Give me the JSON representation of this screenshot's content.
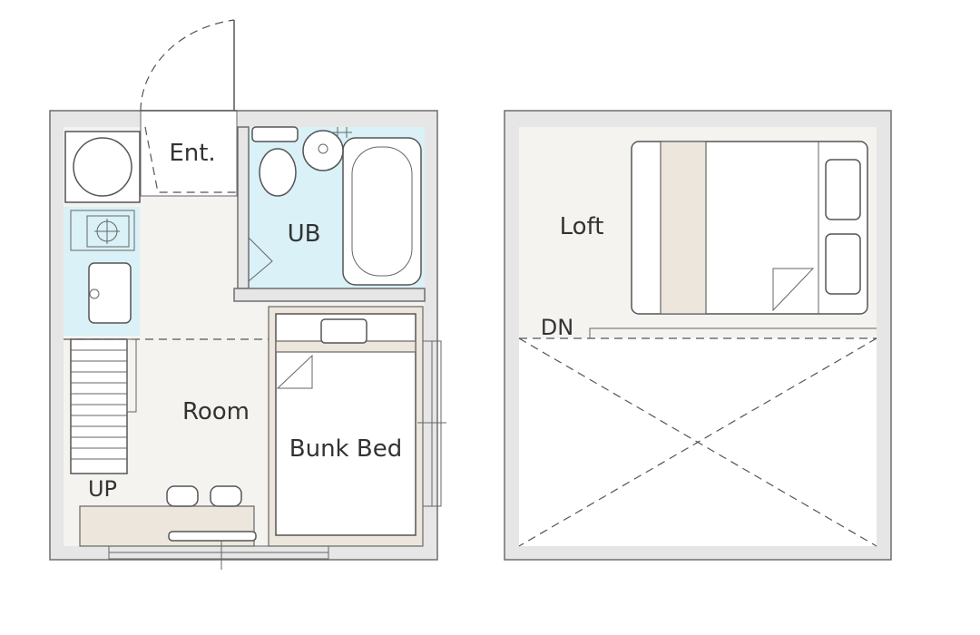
{
  "labels": {
    "entrance": "Ent.",
    "bathroom": "UB",
    "room": "Room",
    "bunk_bed": "Bunk Bed",
    "stairs_up": "UP",
    "loft": "Loft",
    "stairs_down": "DN"
  },
  "colors": {
    "wall": "#e6e6e6",
    "floor": "#f4f3f0",
    "wet_area": "#d9f1f7",
    "furniture_accent": "#ece6dc",
    "line": "#555555"
  }
}
